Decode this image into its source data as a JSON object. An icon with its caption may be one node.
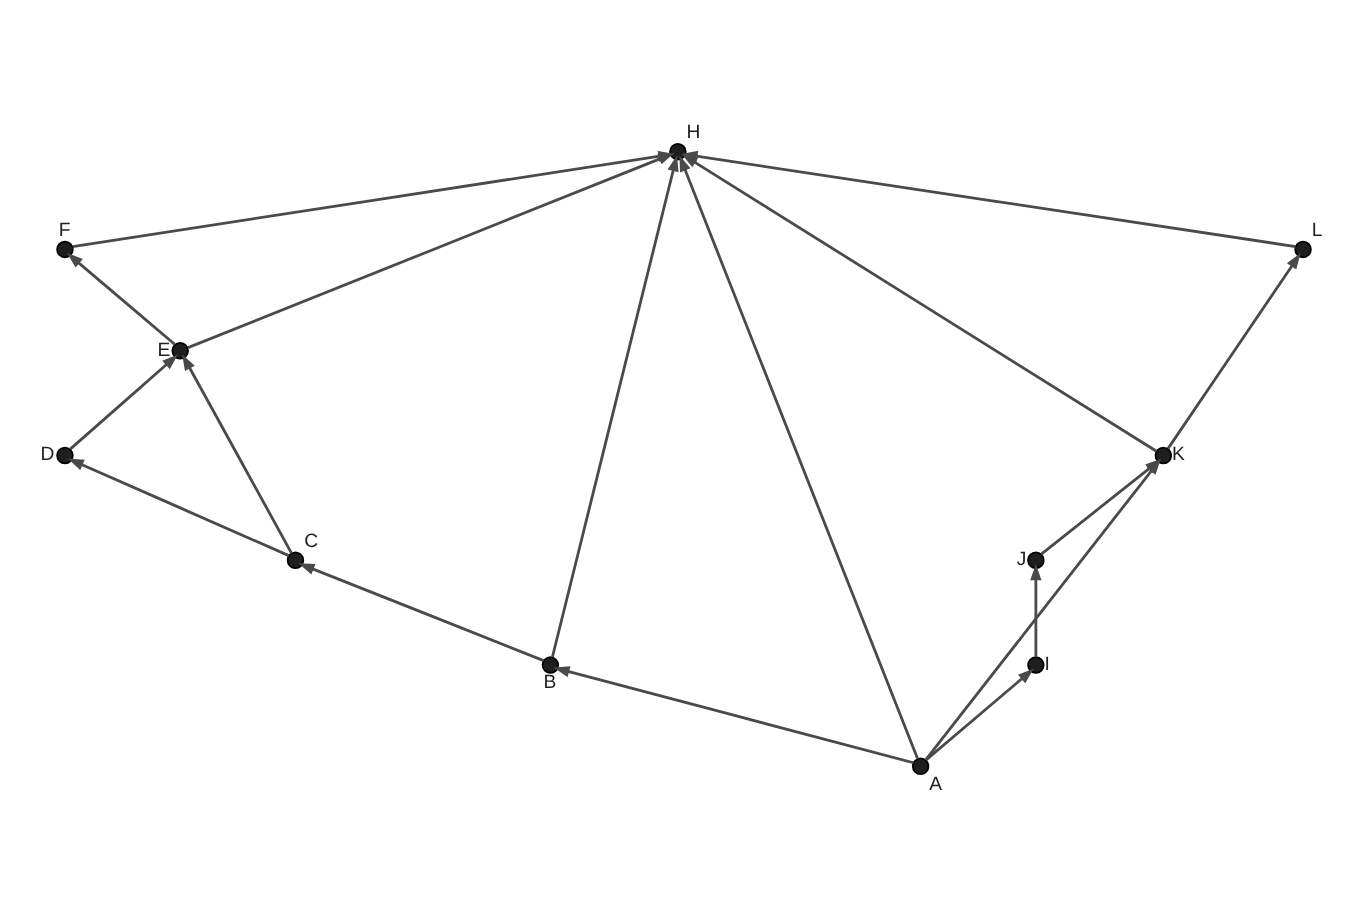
{
  "diagram": {
    "nodes": [
      {
        "text": [],
        "shape": "circle",
        "beside": [
          "A"
        ]
      },
      {
        "text": [],
        "shape": "circle",
        "beside": [
          "B"
        ]
      },
      {
        "text": [],
        "shape": "circle",
        "beside": [
          "C"
        ]
      },
      {
        "text": [],
        "shape": "circle",
        "beside": [
          "D"
        ]
      },
      {
        "text": [],
        "shape": "circle",
        "beside": [
          "E"
        ]
      },
      {
        "text": [],
        "shape": "circle",
        "beside": [
          "F"
        ]
      },
      {
        "text": [],
        "shape": "circle",
        "beside": [
          "H"
        ]
      },
      {
        "text": [],
        "shape": "circle",
        "beside": [
          "I"
        ]
      },
      {
        "text": [],
        "shape": "circle",
        "beside": [
          "J"
        ]
      },
      {
        "text": [],
        "shape": "circle",
        "beside": [
          "K"
        ]
      },
      {
        "text": [],
        "shape": "circle",
        "beside": [
          "L"
        ]
      }
    ],
    "edges": [
      {
        "from": 0,
        "to": 1,
        "arrow": "to"
      },
      {
        "from": 0,
        "to": 6,
        "arrow": "to"
      },
      {
        "from": 0,
        "to": 7,
        "arrow": "to"
      },
      {
        "from": 0,
        "to": 9,
        "arrow": "to"
      },
      {
        "from": 1,
        "to": 2,
        "arrow": "to"
      },
      {
        "from": 1,
        "to": 6,
        "arrow": "to"
      },
      {
        "from": 2,
        "to": 3,
        "arrow": "to"
      },
      {
        "from": 2,
        "to": 4,
        "arrow": "to"
      },
      {
        "from": 3,
        "to": 4,
        "arrow": "to"
      },
      {
        "from": 4,
        "to": 5,
        "arrow": "to"
      },
      {
        "from": 4,
        "to": 6,
        "arrow": "to"
      },
      {
        "from": 5,
        "to": 6,
        "arrow": "to"
      },
      {
        "from": 7,
        "to": 8,
        "arrow": "to"
      },
      {
        "from": 8,
        "to": 9,
        "arrow": "to"
      },
      {
        "from": 9,
        "to": 10,
        "arrow": "to"
      },
      {
        "from": 9,
        "to": 6,
        "arrow": "to"
      },
      {
        "from": 10,
        "to": 6,
        "arrow": "to"
      }
    ]
  }
}
